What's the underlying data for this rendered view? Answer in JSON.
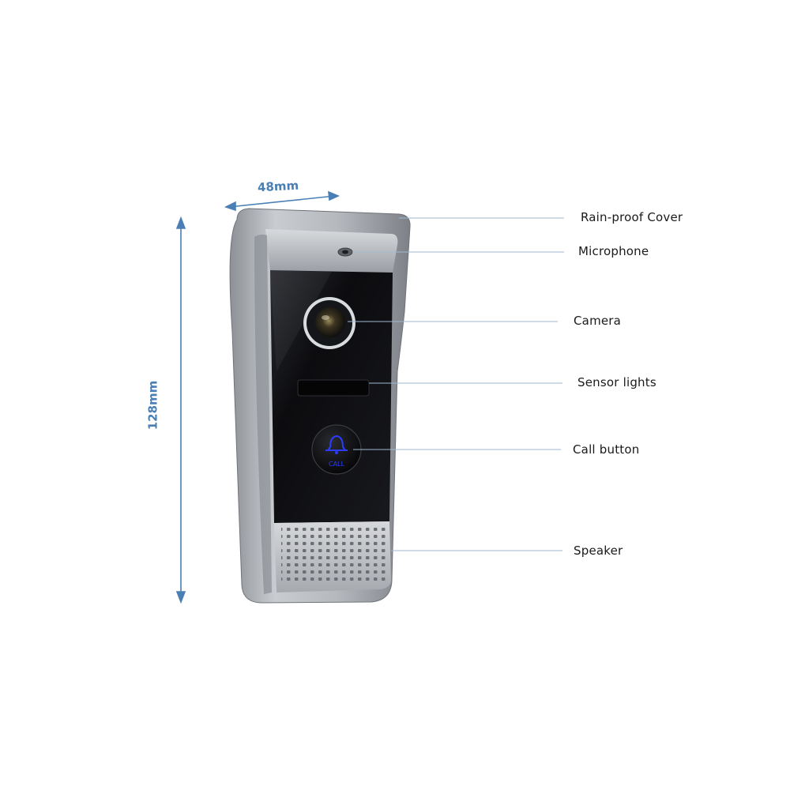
{
  "dimensions": {
    "width_label": "48mm",
    "height_label": "128mm"
  },
  "device": {
    "call_button_text": "CALL"
  },
  "callouts": [
    {
      "id": "rain-proof-cover",
      "label": "Rain-proof Cover"
    },
    {
      "id": "microphone",
      "label": "Microphone"
    },
    {
      "id": "camera",
      "label": "Camera"
    },
    {
      "id": "sensor-lights",
      "label": "Sensor lights"
    },
    {
      "id": "call-button",
      "label": "Call button"
    },
    {
      "id": "speaker",
      "label": "Speaker"
    }
  ],
  "colors": {
    "dimension": "#4a7fb5",
    "leader_line": "#9fb8d2",
    "panel_black": "#0f0f12",
    "housing_silver": "#b7bbc0",
    "call_glow": "#2b3cff"
  }
}
